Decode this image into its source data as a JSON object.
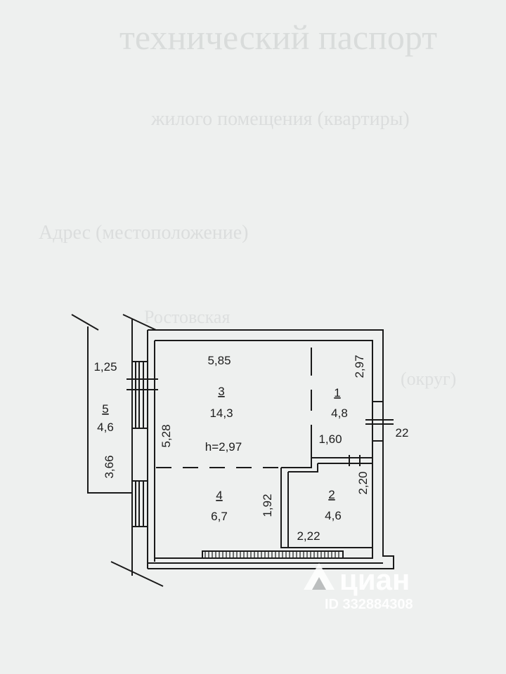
{
  "document": {
    "faded_header": [
      "технический паспорт",
      "жилого помещения (квартиры)",
      "Адрес (местоположение)",
      "Ростовская",
      "(округ)"
    ]
  },
  "floorplan": {
    "rooms": [
      {
        "number": "1",
        "area": "4,8"
      },
      {
        "number": "2",
        "area": "4,6"
      },
      {
        "number": "3",
        "area": "14,3"
      },
      {
        "number": "4",
        "area": "6,7"
      },
      {
        "number": "5",
        "area": "4,6"
      }
    ],
    "ceiling_height": "h=2,97",
    "dimensions": {
      "d_5_85": "5,85",
      "d_2_97": "2,97",
      "d_1_25": "1,25",
      "d_5_28": "5,28",
      "d_3_66": "3,66",
      "d_1_60": "1,60",
      "d_2_20": "2,20",
      "d_1_92": "1,92",
      "d_2_22": "2,22",
      "d_22": "22"
    }
  },
  "watermark": {
    "brand": "циан",
    "id": "ID 332884308",
    "color": "#ffffff",
    "line_color": "#1a1a1a",
    "paper_color": "#eef0ef"
  }
}
